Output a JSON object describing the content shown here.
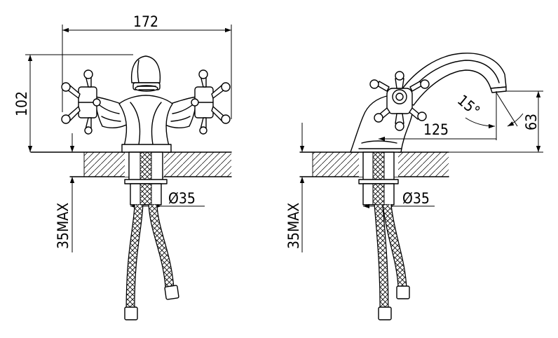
{
  "front_view": {
    "width_label": "172",
    "height_label": "102",
    "hole_label": "Ø35",
    "max_label": "35MAX"
  },
  "side_view": {
    "reach_label": "125",
    "angle_label": "15°",
    "spout_label": "63",
    "hole_label": "Ø35",
    "max_label": "35MAX"
  }
}
